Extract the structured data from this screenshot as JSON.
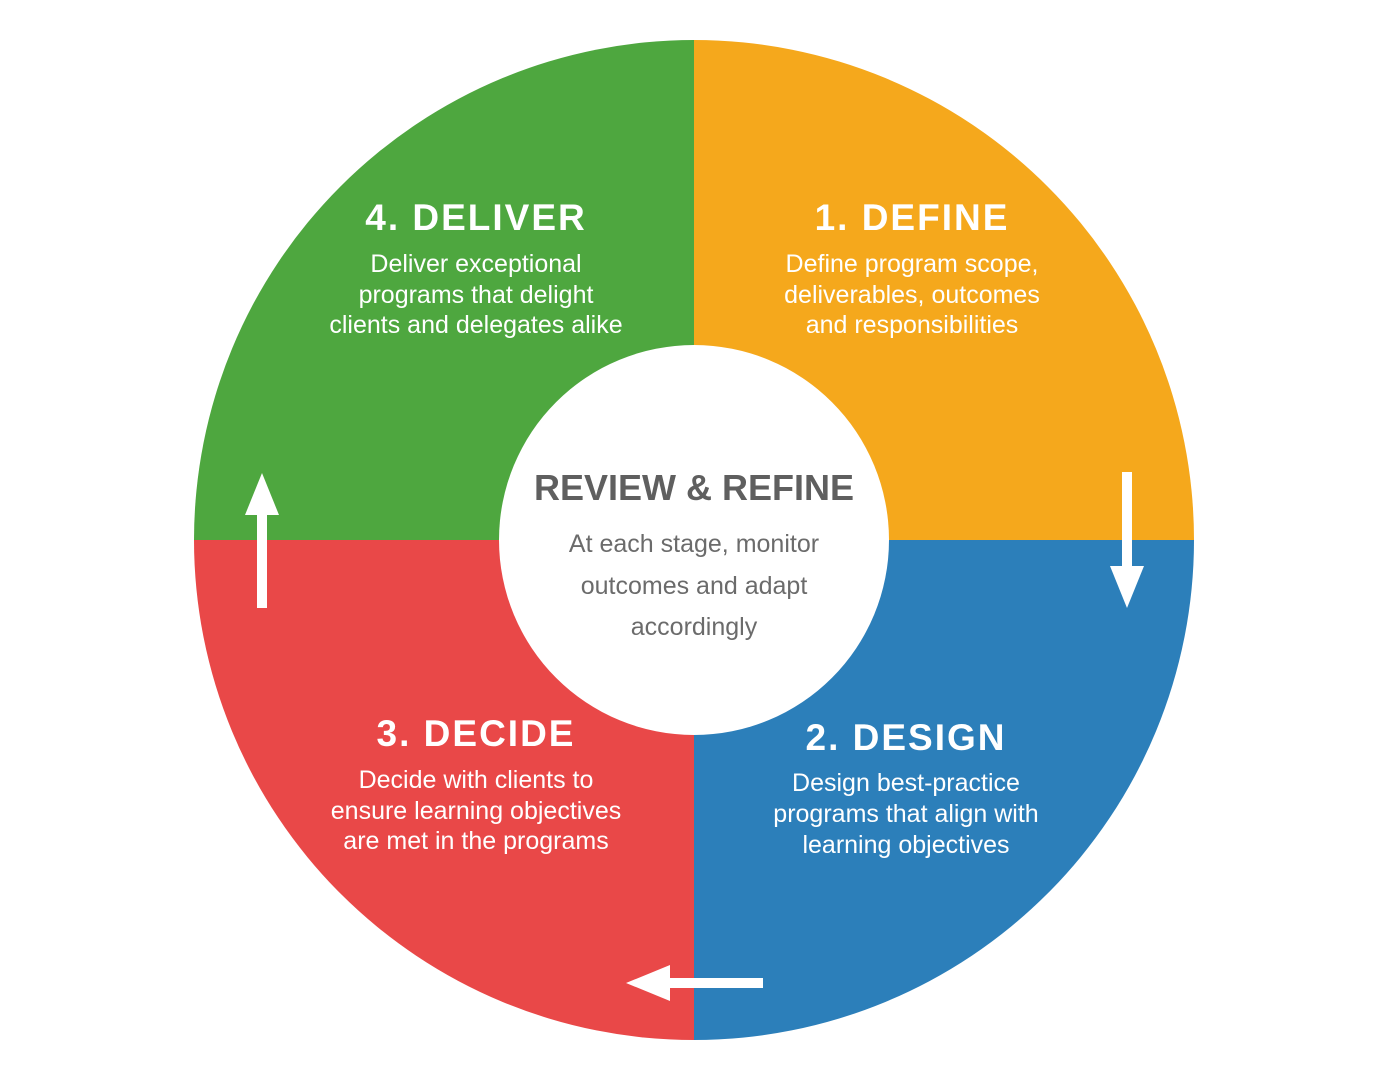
{
  "colors": {
    "define": "#F5A81C",
    "design": "#2C7FBA",
    "decide": "#E94848",
    "deliver": "#4EA73F",
    "center_title": "#5f5f5f",
    "center_text": "#6b6b6b"
  },
  "stages": {
    "define": {
      "title": "1.  DEFINE",
      "lines": [
        "Define program scope,",
        "deliverables, outcomes",
        "and responsibilities"
      ]
    },
    "design": {
      "title": "2.  DESIGN",
      "lines": [
        "Design best-practice",
        "programs that align with",
        "learning objectives"
      ]
    },
    "decide": {
      "title": "3.  DECIDE",
      "lines": [
        "Decide with clients to",
        "ensure learning objectives",
        "are met in the programs"
      ]
    },
    "deliver": {
      "title": "4.  DELIVER",
      "lines": [
        "Deliver exceptional",
        "programs that delight",
        "clients and delegates alike"
      ]
    }
  },
  "center": {
    "title": "REVIEW & REFINE",
    "lines": [
      "At each stage, monitor",
      "outcomes and adapt",
      "accordingly"
    ]
  },
  "arrows": {
    "define_to_design": "arrow-down-icon",
    "design_to_decide": "arrow-left-icon",
    "deliver_to_define": "arrow-up-icon"
  }
}
